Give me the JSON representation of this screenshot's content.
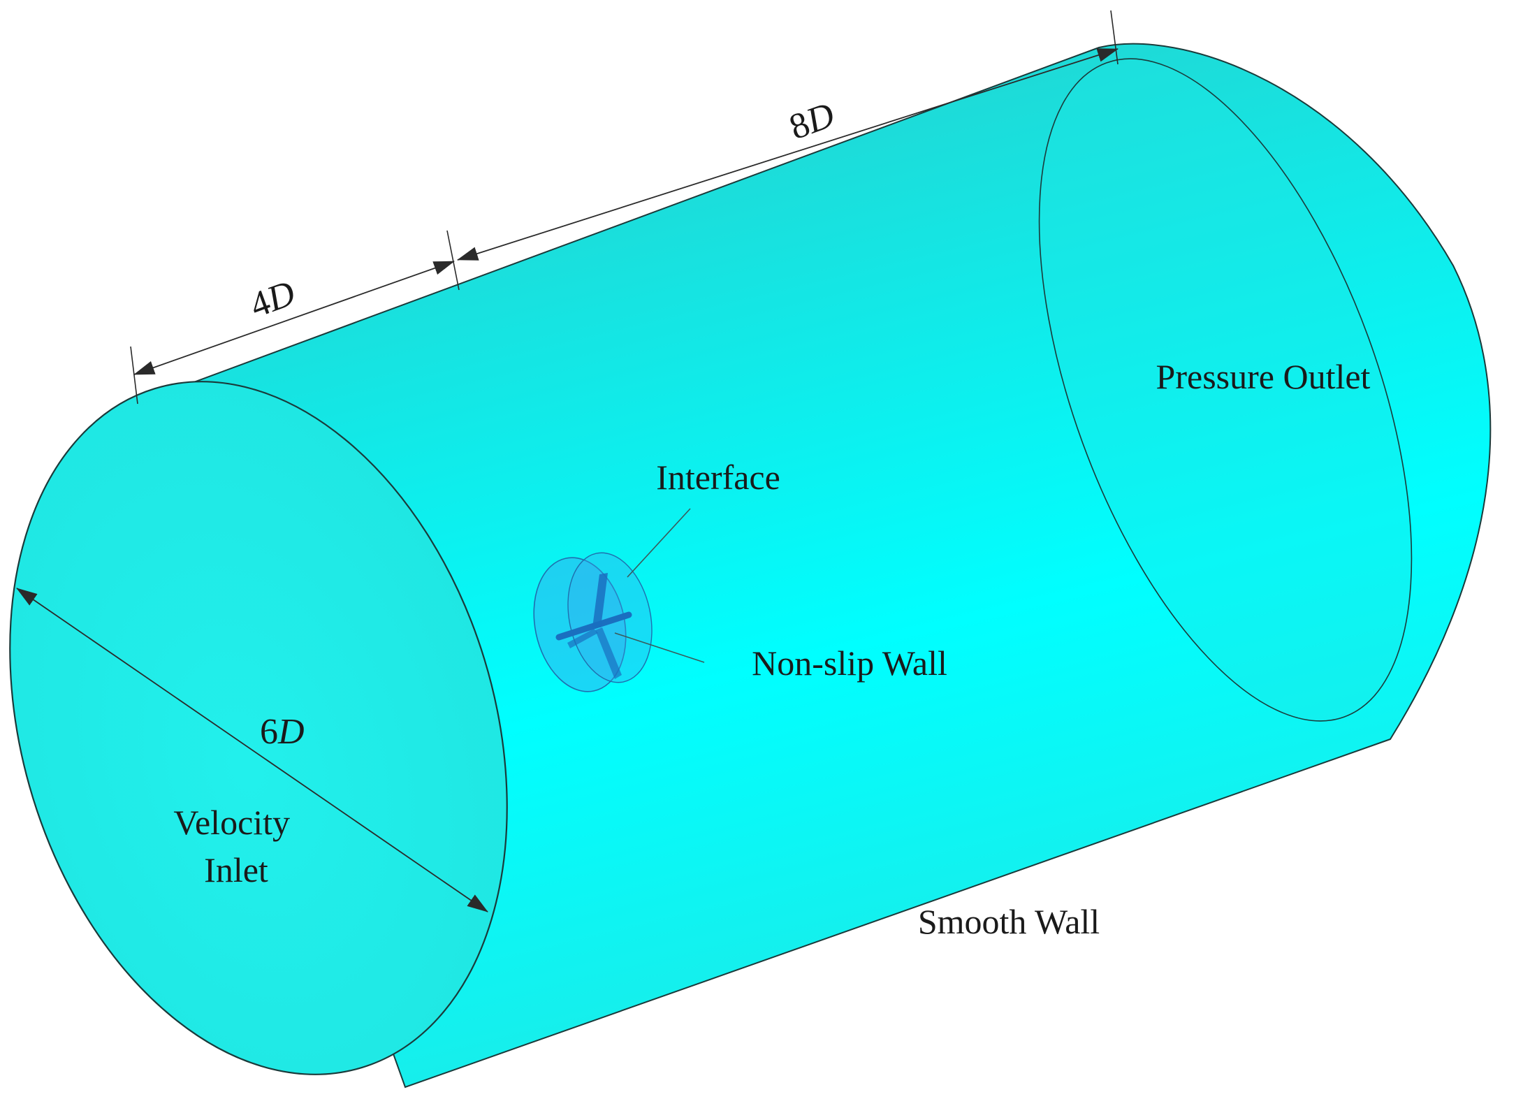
{
  "colors": {
    "domain_fill": "#1ff2ee",
    "domain_highlight": "#00ffff",
    "outline": "#1a3a3a",
    "rotor_region": "#3aa6ee",
    "rotor_blade": "#1a6fc0",
    "text": "#1a1a1a"
  },
  "dimensions": {
    "upstream_length": {
      "coefficient": "4",
      "symbol": "D"
    },
    "downstream_length": {
      "coefficient": "8",
      "symbol": "D"
    },
    "diameter": {
      "coefficient": "6",
      "symbol": "D"
    }
  },
  "boundaries": {
    "inlet_line1": "Velocity",
    "inlet_line2": "Inlet",
    "outlet": "Pressure Outlet",
    "interface": "Interface",
    "rotor_wall": "Non-slip Wall",
    "side_wall": "Smooth Wall"
  }
}
